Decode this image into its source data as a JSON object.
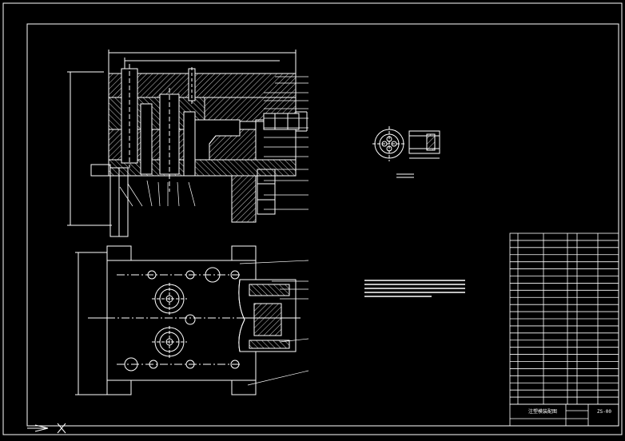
{
  "drawing": {
    "title_block": {
      "title": "注塑模装配图",
      "drawing_no": "ZS-00"
    },
    "colors": {
      "background": "#000000",
      "outline": "#ffffff",
      "hatch": "#ffffff"
    },
    "bom_rows": 24
  }
}
